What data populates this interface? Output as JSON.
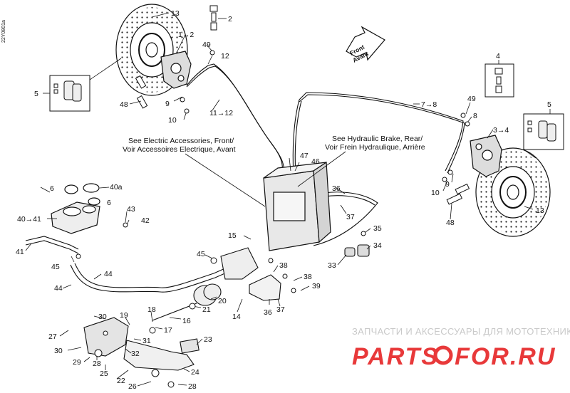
{
  "diagram_id": "22Y0801a",
  "callouts": {
    "c13a": "13",
    "c2": "2",
    "c1to2": "1→2",
    "c49a": "49",
    "c12": "12",
    "c5a": "5",
    "c48a": "48",
    "c9a": "9",
    "c10a": "10",
    "c11to12": "11→12",
    "c4": "4",
    "c7to8": "7→8",
    "c49b": "49",
    "c8": "8",
    "c3to4": "3→4",
    "c5b": "5",
    "c47": "47",
    "c46": "46",
    "c36a": "36",
    "c37a": "37",
    "c9b": "9",
    "c10b": "10",
    "c48b": "48",
    "c13b": "13",
    "c6a": "6",
    "c40a": "40a",
    "c6b": "6",
    "c43": "43",
    "c40to41": "40→41",
    "c42": "42",
    "c41": "41",
    "c15": "15",
    "c35": "35",
    "c34": "34",
    "c45a": "45",
    "c45b": "45",
    "c33": "33",
    "c38a": "38",
    "c44a": "44",
    "c44b": "44",
    "c38b": "38",
    "c39": "39",
    "c36b": "36",
    "c37b": "37",
    "c14": "14",
    "c20": "20",
    "c21": "21",
    "c18": "18",
    "c30a": "30",
    "c19": "19",
    "c16": "16",
    "c17": "17",
    "c27": "27",
    "c31": "31",
    "c23": "23",
    "c30b": "30",
    "c29": "29",
    "c32": "32",
    "c28a": "28",
    "c25a": "25",
    "c22": "22",
    "c24": "24",
    "c26": "26",
    "c28b": "28"
  },
  "notes": {
    "front_line1": "See Electric Accessories, Front/",
    "front_line2": "Voir Accessoires Electrique, Avant",
    "rear_line1": "See Hydraulic Brake, Rear/",
    "rear_line2": "Voir Frein Hydraulique, Arrière",
    "arrow_line1": "Front",
    "arrow_line2": "Avant"
  },
  "watermark": {
    "tagline": "ЗАПЧАСТИ И АКСЕССУАРЫ ДЛЯ МОТОТЕХНИКИ",
    "logo_part1": "PARTS",
    "logo_part2": "FOR.RU",
    "logo_color": "#e8393a"
  }
}
